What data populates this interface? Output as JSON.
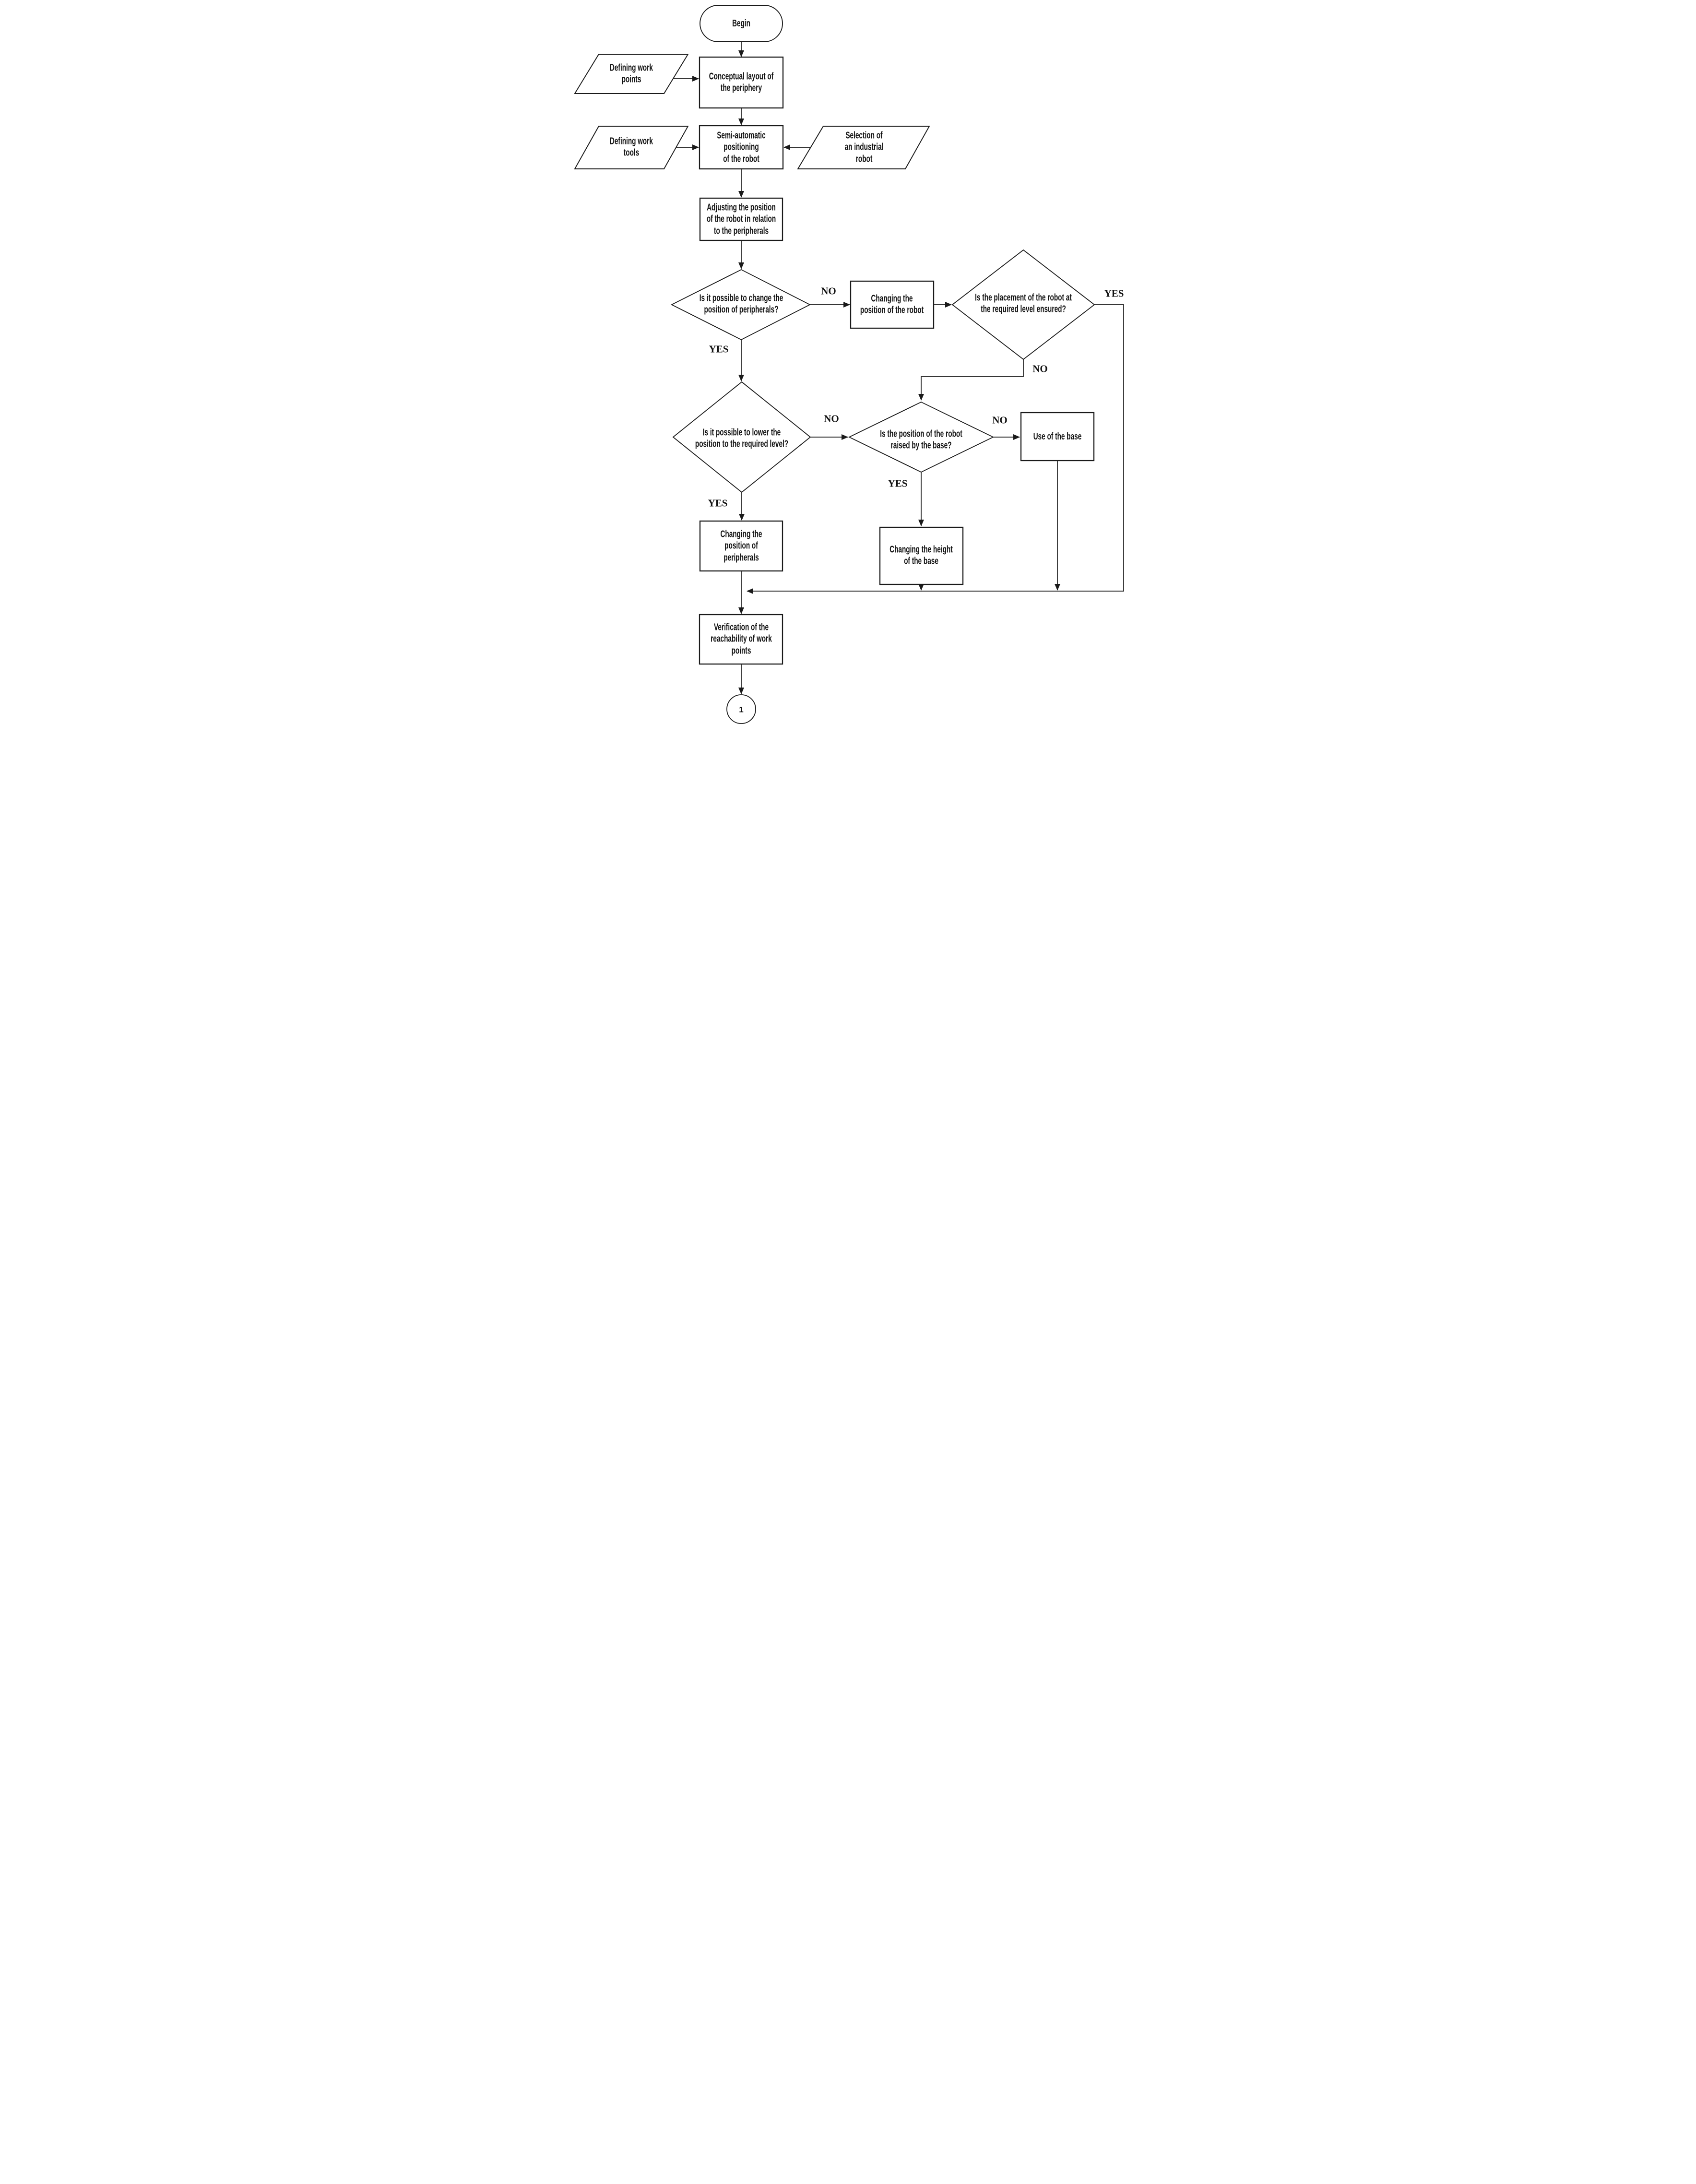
{
  "diagram": {
    "type": "flowchart",
    "background_color": "#ffffff",
    "line_color": "#1a1a1a",
    "nodes": {
      "begin": {
        "type": "terminator",
        "label": "Begin"
      },
      "defining_work_points": {
        "type": "input",
        "label": "Defining work\npoints"
      },
      "conceptual_layout": {
        "type": "process",
        "label": "Conceptual layout of\nthe periphery"
      },
      "defining_work_tools": {
        "type": "input",
        "label": "Defining work\ntools"
      },
      "semi_automatic_positioning": {
        "type": "process",
        "label": "Semi-automatic\npositioning\nof the robot"
      },
      "selection_industrial_robot": {
        "type": "input",
        "label": "Selection of\nan industrial\nrobot"
      },
      "adjusting_position": {
        "type": "process",
        "label": "Adjusting the position\nof the robot in relation\nto the peripherals"
      },
      "decision_change_peripherals": {
        "type": "decision",
        "label": "Is it possible to change the\nposition of peripherals?"
      },
      "changing_position_robot": {
        "type": "process",
        "label": "Changing the\nposition of the robot"
      },
      "decision_placement_level": {
        "type": "decision",
        "label": "Is the placement of the robot at\nthe required level ensured?"
      },
      "decision_lower_position": {
        "type": "decision",
        "label": "Is it possible to lower the\nposition to the required level?"
      },
      "decision_raised_by_base": {
        "type": "decision",
        "label": "Is the position of the robot\nraised by the base?"
      },
      "use_of_base": {
        "type": "process",
        "label": "Use of the base"
      },
      "changing_position_peripherals": {
        "type": "process",
        "label": "Changing the\nposition of\nperipherals"
      },
      "changing_height_base": {
        "type": "process",
        "label": "Changing the height\nof the base"
      },
      "verification_reachability": {
        "type": "process",
        "label": "Verification of the\nreachability of work\npoints"
      },
      "connector_1": {
        "type": "connector",
        "label": "1"
      }
    },
    "branch_labels": {
      "change_peripherals_no": "NO",
      "change_peripherals_yes": "YES",
      "placement_level_yes": "YES",
      "placement_level_no": "NO",
      "lower_position_no": "NO",
      "lower_position_yes": "YES",
      "raised_by_base_no": "NO",
      "raised_by_base_yes": "YES"
    },
    "edges": [
      {
        "from": "begin",
        "to": "conceptual_layout",
        "label": ""
      },
      {
        "from": "defining_work_points",
        "to": "conceptual_layout",
        "label": ""
      },
      {
        "from": "conceptual_layout",
        "to": "semi_automatic_positioning",
        "label": ""
      },
      {
        "from": "defining_work_tools",
        "to": "semi_automatic_positioning",
        "label": ""
      },
      {
        "from": "selection_industrial_robot",
        "to": "semi_automatic_positioning",
        "label": ""
      },
      {
        "from": "semi_automatic_positioning",
        "to": "adjusting_position",
        "label": ""
      },
      {
        "from": "adjusting_position",
        "to": "decision_change_peripherals",
        "label": ""
      },
      {
        "from": "decision_change_peripherals",
        "to": "changing_position_robot",
        "label": "NO"
      },
      {
        "from": "decision_change_peripherals",
        "to": "decision_lower_position",
        "label": "YES"
      },
      {
        "from": "changing_position_robot",
        "to": "decision_placement_level",
        "label": ""
      },
      {
        "from": "decision_placement_level",
        "to": "verification_reachability",
        "label": "YES"
      },
      {
        "from": "decision_placement_level",
        "to": "decision_raised_by_base",
        "label": "NO"
      },
      {
        "from": "decision_lower_position",
        "to": "decision_raised_by_base",
        "label": "NO"
      },
      {
        "from": "decision_lower_position",
        "to": "changing_position_peripherals",
        "label": "YES"
      },
      {
        "from": "decision_raised_by_base",
        "to": "use_of_base",
        "label": "NO"
      },
      {
        "from": "decision_raised_by_base",
        "to": "changing_height_base",
        "label": "YES"
      },
      {
        "from": "use_of_base",
        "to": "verification_reachability",
        "label": ""
      },
      {
        "from": "changing_height_base",
        "to": "verification_reachability",
        "label": ""
      },
      {
        "from": "changing_position_peripherals",
        "to": "verification_reachability",
        "label": ""
      },
      {
        "from": "verification_reachability",
        "to": "connector_1",
        "label": ""
      }
    ]
  }
}
